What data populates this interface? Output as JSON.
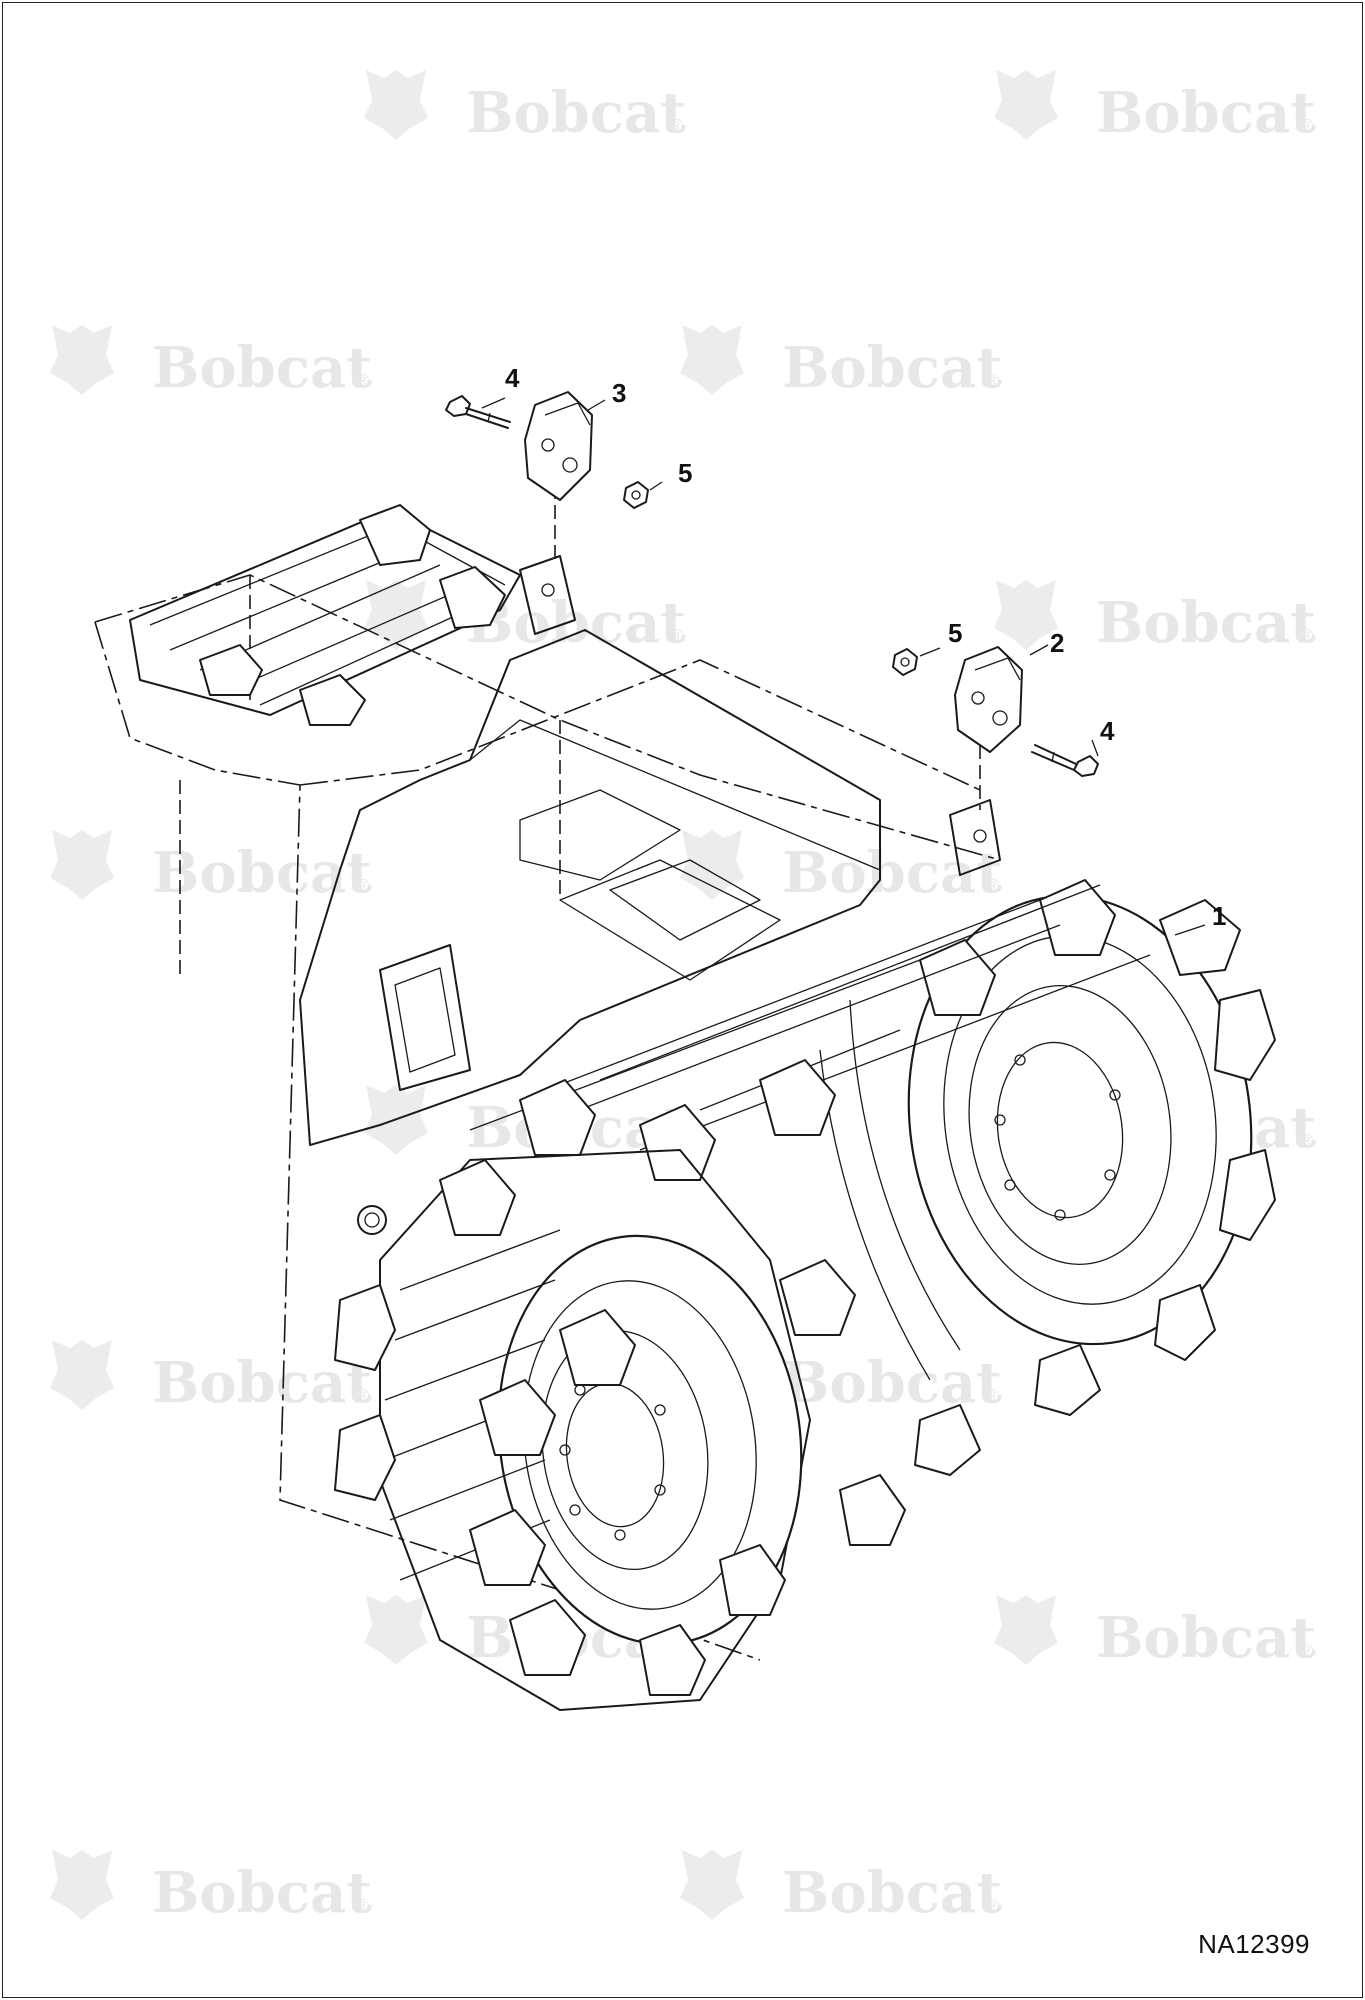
{
  "watermark": {
    "brand": "Bobcat",
    "reg_mark": "®"
  },
  "callouts": [
    {
      "id": "c1",
      "label": "1"
    },
    {
      "id": "c2",
      "label": "2"
    },
    {
      "id": "c3",
      "label": "3"
    },
    {
      "id": "c4a",
      "label": "4"
    },
    {
      "id": "c4b",
      "label": "4"
    },
    {
      "id": "c5a",
      "label": "5"
    },
    {
      "id": "c5b",
      "label": "5"
    }
  ],
  "document_id": "NA12399",
  "colors": {
    "line": "#1a1a1a",
    "watermark": "#e7e7e7",
    "background": "#ffffff"
  }
}
